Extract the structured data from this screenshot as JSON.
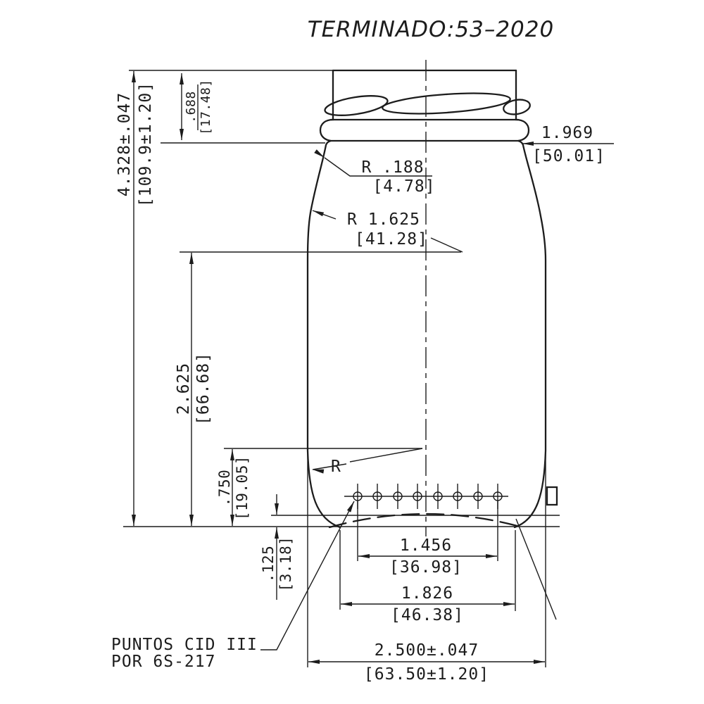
{
  "title": "TERMINADO:53–2020",
  "dims": {
    "overall_height_in": "4.328±.047",
    "overall_height_mm": "[109.9±1.20]",
    "finish_height_in": ".688",
    "finish_height_mm": "[17.48]",
    "neck_dia_in": "1.969",
    "neck_dia_mm": "[50.01]",
    "collar_radius_in": "R .188",
    "collar_radius_mm": "[4.78]",
    "shoulder_radius_in": "R 1.625",
    "shoulder_radius_mm": "[41.28]",
    "body_height_in": "2.625",
    "body_height_mm": "[66.68]",
    "heel_height_in": ".750",
    "heel_height_mm": "[19.05]",
    "heel_radius_label": "R",
    "pushup_in": ".125",
    "pushup_mm": "[3.18]",
    "points_width_in": "1.456",
    "points_width_mm": "[36.98]",
    "contact_width_in": "1.826",
    "contact_width_mm": "[46.38]",
    "body_dia_in": "2.500±.047",
    "body_dia_mm": "[63.50±1.20]"
  },
  "note": {
    "line1": "PUNTOS CID III",
    "line2": "POR 6S-217"
  },
  "colors": {
    "line": "#1c1c1c",
    "background": "#ffffff"
  }
}
